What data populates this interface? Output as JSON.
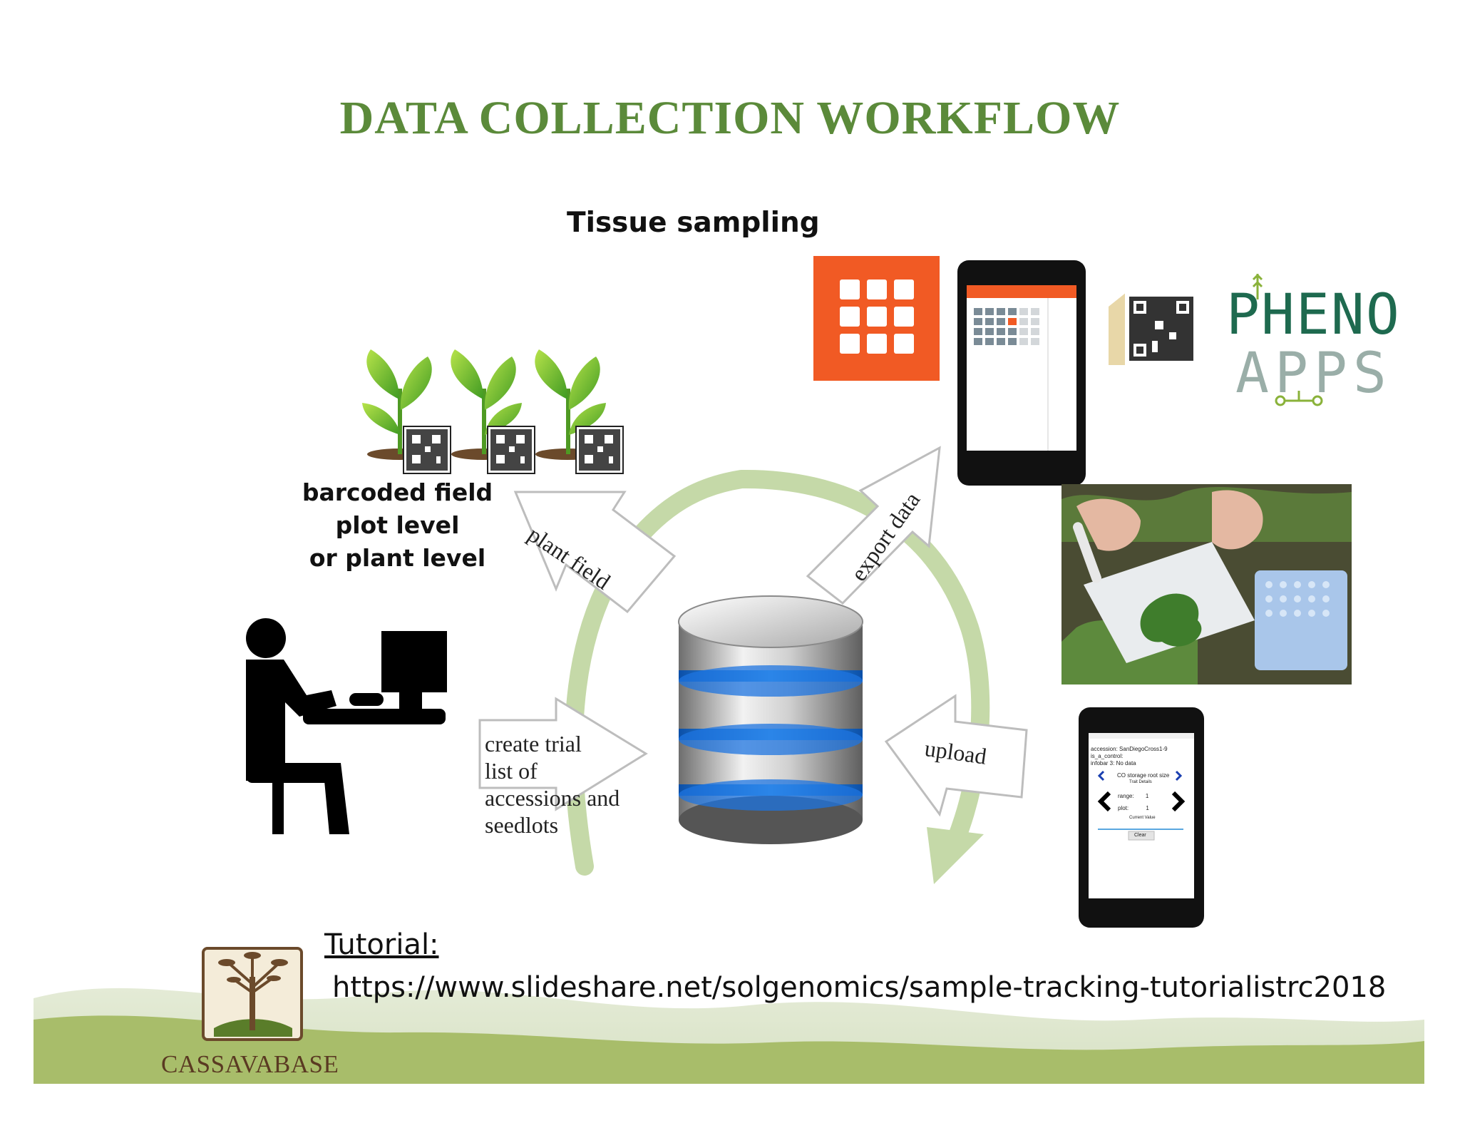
{
  "slide": {
    "title": "DATA COLLECTION WORKFLOW",
    "subtitle": "Tissue sampling"
  },
  "labels": {
    "barcoded": [
      "barcoded field",
      "plot level",
      "or plant level"
    ],
    "create_trial": [
      "create trial",
      "list of",
      "accessions and",
      "seedlots"
    ],
    "plant_field": "plant field",
    "export_data": "export data",
    "upload": "upload"
  },
  "logos": {
    "pheno_line1": "PHENO",
    "pheno_line2": "APPS",
    "cassavabase": "CASSAVABASE"
  },
  "phone_screen": {
    "accession": "accession:",
    "accession_value": "SanDiegoCross1-9",
    "is_a_control": "is_a_control:",
    "infobar": "infobar 3:",
    "infobar_value": "No data",
    "trait": "CO storage root size",
    "trait_sub": "Trait Details",
    "range_label": "range:",
    "range_value": "1",
    "plot_label": "plot:",
    "plot_value": "1",
    "current_value": "Current Value",
    "clear_label": "Clear"
  },
  "tutorial": {
    "label": "Tutorial:",
    "url": "https://www.slideshare.net/solgenomics/sample-tracking-tutorialistrc2018"
  },
  "colors": {
    "title": "#5b8a3a",
    "cycle_arrow": "#c5d9a8",
    "field_book_orange": "#f15a24",
    "hill_green": "#a8bd6a",
    "db_blue": "#2a8cf0"
  }
}
